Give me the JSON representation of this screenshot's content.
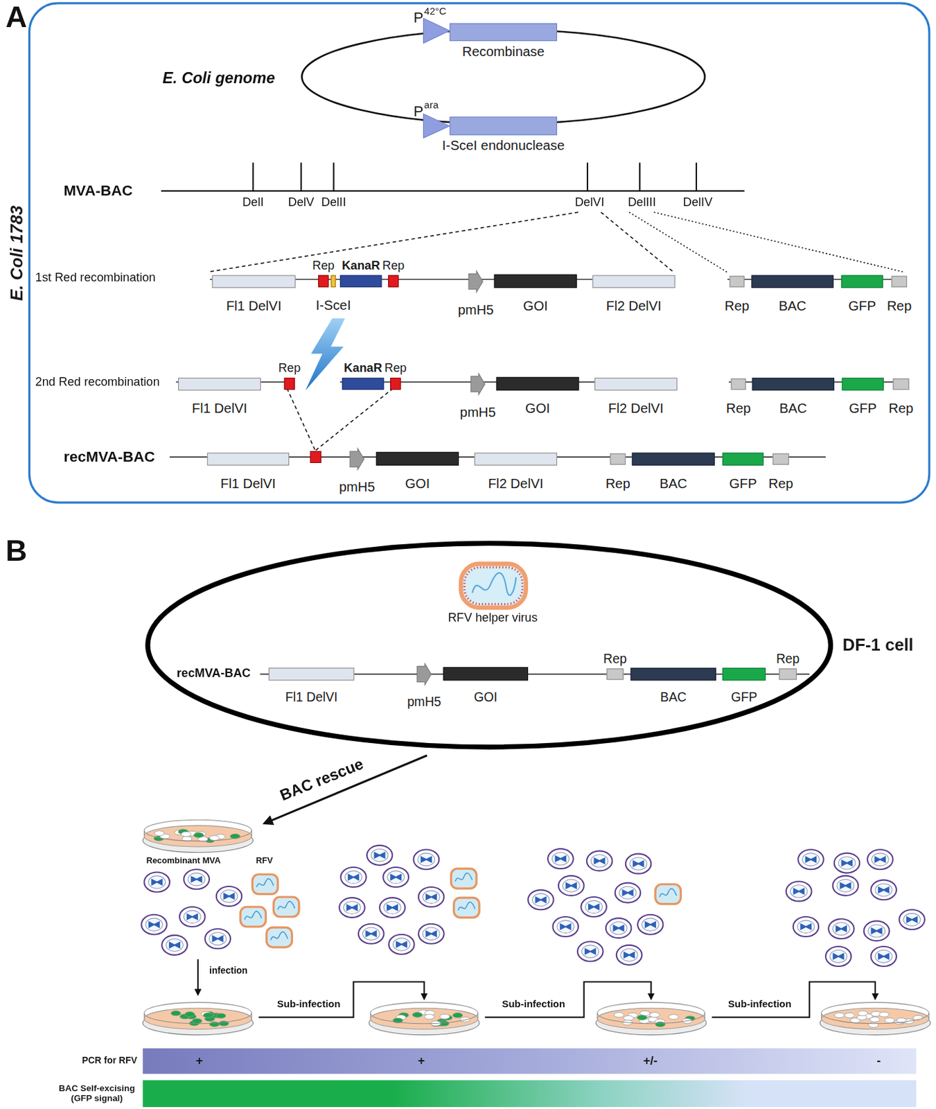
{
  "diagram": {
    "nodes": [
      {
        "text": [
          "E. Coli 1783"
        ]
      },
      {
        "text": [
          "P",
          "42°C"
        ],
        "in": 0
      },
      {
        "text": [
          "Recombinase"
        ],
        "in": 0
      },
      {
        "text": [
          "P",
          "ara"
        ],
        "in": 0
      },
      {
        "text": [
          "I-SceI endonuclease"
        ],
        "in": 0
      },
      {
        "text": [
          "Fl1 DelVI"
        ],
        "in": 0
      },
      {
        "text": [
          "Rep"
        ],
        "in": 0
      },
      {
        "text": [
          "I-SceI"
        ],
        "in": 0
      },
      {
        "text": [
          "KanaR"
        ],
        "in": 0
      },
      {
        "text": [
          "Rep"
        ],
        "in": 0
      },
      {
        "text": [
          "pmH5"
        ],
        "in": 0
      },
      {
        "text": [
          "GOI"
        ],
        "in": 0
      },
      {
        "text": [
          "Fl2 DelVI"
        ],
        "in": 0
      },
      {
        "text": [
          "Rep"
        ],
        "in": 0
      },
      {
        "text": [
          "BAC"
        ],
        "in": 0
      },
      {
        "text": [
          "GFP"
        ],
        "in": 0
      },
      {
        "text": [
          "Rep"
        ],
        "in": 0
      },
      {
        "text": [
          "Fl1 DelVI"
        ],
        "in": 0
      },
      {
        "text": [
          "Rep"
        ],
        "in": 0
      },
      {
        "text": [
          "KanaR"
        ],
        "in": 0
      },
      {
        "text": [
          "Rep"
        ],
        "in": 0
      },
      {
        "text": [
          "pmH5"
        ],
        "in": 0
      },
      {
        "text": [
          "GOI"
        ],
        "in": 0
      },
      {
        "text": [
          "Fl2 DelVI"
        ],
        "in": 0
      },
      {
        "text": [
          "Rep"
        ],
        "in": 0
      },
      {
        "text": [
          "BAC"
        ],
        "in": 0
      },
      {
        "text": [
          "GFP"
        ],
        "in": 0
      },
      {
        "text": [
          "Rep"
        ],
        "in": 0
      },
      {
        "text": [
          "Fl1 DelVI"
        ],
        "in": 0
      },
      {
        "text": [
          "pmH5"
        ],
        "in": 0
      },
      {
        "text": [
          "GOI"
        ],
        "in": 0
      },
      {
        "text": [
          "Fl2 DelVI"
        ],
        "in": 0
      },
      {
        "text": [
          "Rep"
        ],
        "in": 0
      },
      {
        "text": [
          "BAC"
        ],
        "in": 0
      },
      {
        "text": [
          "GFP"
        ],
        "in": 0
      },
      {
        "text": [
          "Rep"
        ],
        "in": 0
      },
      {
        "text": [
          "DF-1 cell"
        ]
      },
      {
        "text": [
          "Fl1 DelVI"
        ],
        "in": 36
      },
      {
        "text": [
          "pmH5"
        ],
        "in": 36
      },
      {
        "text": [
          "GOI"
        ],
        "in": 36
      },
      {
        "text": [
          "Rep"
        ],
        "in": 36
      },
      {
        "text": [
          "BAC"
        ],
        "in": 36
      },
      {
        "text": [
          "GFP"
        ],
        "in": 36
      },
      {
        "text": [
          "Rep"
        ],
        "in": 36
      },
      {
        "text": [
          "PCR for RFV",
          "+",
          "+",
          "+/-",
          "-"
        ]
      },
      {
        "text": [
          "BAC Self-excising (GFP signal)"
        ]
      }
    ],
    "labels": [
      "A",
      "E. Coli genome",
      "MVA-BAC",
      "DelI",
      "DelV",
      "DelII",
      "DelVI",
      "DelIII",
      "DelIV",
      "1st Red recombination",
      "2nd Red recombination",
      "recMVA-BAC",
      "B",
      "RFV helper virus",
      "recMVA-BAC",
      "BAC rescue",
      "Recombinant MVA",
      "RFV",
      "infection",
      "Sub-infection",
      "Sub-infection",
      "Sub-infection"
    ]
  }
}
